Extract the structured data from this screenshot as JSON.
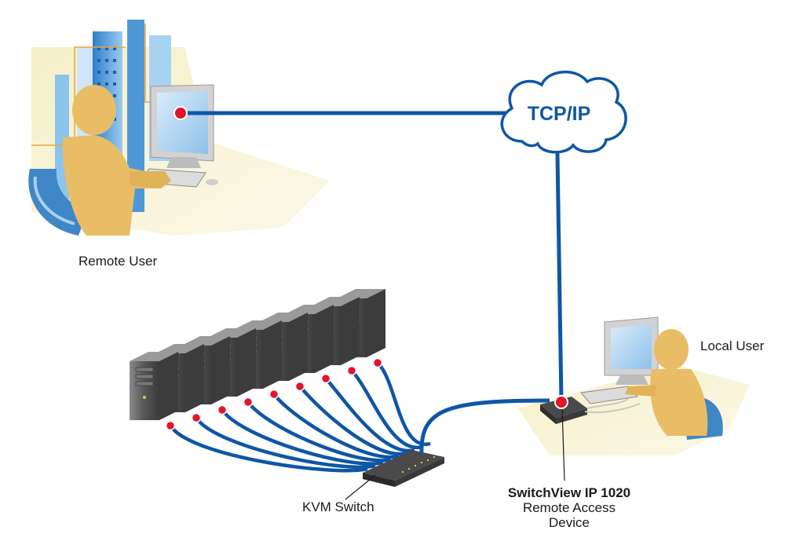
{
  "cloud": {
    "label": "TCP/IP"
  },
  "remote_user": {
    "label": "Remote User"
  },
  "local_user": {
    "label": "Local User"
  },
  "kvm_switch": {
    "label": "KVM Switch"
  },
  "remote_device": {
    "name": "SwitchView IP 1020",
    "line1": "Remote Access",
    "line2": "Device"
  },
  "colors": {
    "cable": "#0e56a6",
    "connector": "#e0172c",
    "figure": "#e9bd66",
    "building": "#5a9ed6",
    "server": "#5c5c5c"
  },
  "server_count": 9
}
